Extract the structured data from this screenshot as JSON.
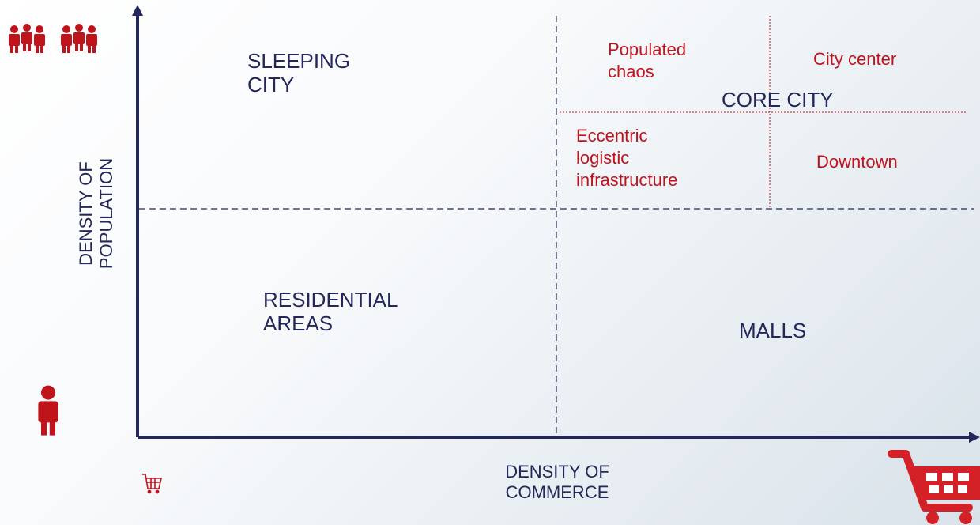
{
  "diagram": {
    "y_axis_title_line1": "DENSITY OF",
    "y_axis_title_line2": "POPULATION",
    "x_axis_title_line1": "DENSITY OF",
    "x_axis_title_line2": "COMMERCE",
    "quadrants": {
      "top_left_line1": "SLEEPING",
      "top_left_line2": "CITY",
      "bottom_left_line1": "RESIDENTIAL",
      "bottom_left_line2": "AREAS",
      "bottom_right": "MALLS",
      "top_right": "CORE CITY"
    },
    "core_city_zones": {
      "populated_chaos_line1": "Populated",
      "populated_chaos_line2": "chaos",
      "city_center": "City center",
      "eccentric_line1": "Eccentric",
      "eccentric_line2": "logistic",
      "eccentric_line3": "infrastructure",
      "downtown": "Downtown"
    },
    "icons": {
      "high_population": "crowd-icon",
      "low_population": "person-icon",
      "low_commerce": "small-cart-icon",
      "high_commerce": "large-cart-icon"
    },
    "colors": {
      "axis": "#23275a",
      "accent": "#c0141c"
    }
  }
}
